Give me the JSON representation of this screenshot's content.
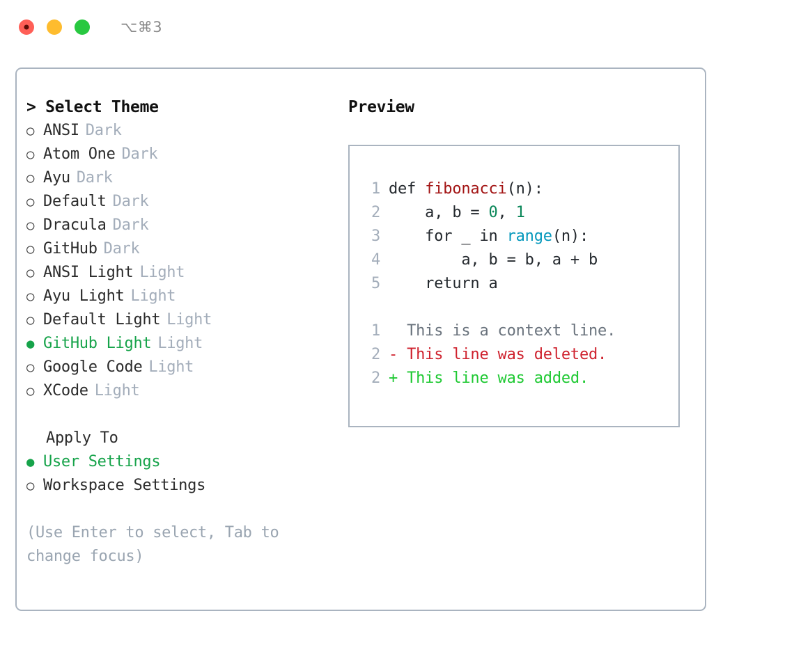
{
  "titlebar": {
    "shortcut": "⌥⌘3",
    "buttons": {
      "close": "close-button",
      "minimize": "minimize-button",
      "maximize": "maximize-button"
    }
  },
  "colors": {
    "accent_green": "#16a34a",
    "muted": "#a3adba",
    "hint": "#9aa5b1",
    "border": "#aab4c0",
    "code_func": "#a31515",
    "code_num": "#098658",
    "code_call": "#0598bc",
    "diff_add": "#1fc933",
    "diff_del": "#cf222e",
    "traffic_close": "#ff5f57",
    "traffic_min": "#febc2e",
    "traffic_max": "#28c840"
  },
  "theme_list": {
    "header": "> Select Theme",
    "items": [
      {
        "bullet": "○",
        "name": "ANSI",
        "mode": "Dark",
        "selected": false
      },
      {
        "bullet": "○",
        "name": "Atom One",
        "mode": "Dark",
        "selected": false
      },
      {
        "bullet": "○",
        "name": "Ayu",
        "mode": "Dark",
        "selected": false
      },
      {
        "bullet": "○",
        "name": "Default",
        "mode": "Dark",
        "selected": false
      },
      {
        "bullet": "○",
        "name": "Dracula",
        "mode": "Dark",
        "selected": false
      },
      {
        "bullet": "○",
        "name": "GitHub",
        "mode": "Dark",
        "selected": false
      },
      {
        "bullet": "○",
        "name": "ANSI Light",
        "mode": "Light",
        "selected": false
      },
      {
        "bullet": "○",
        "name": "Ayu Light",
        "mode": "Light",
        "selected": false
      },
      {
        "bullet": "○",
        "name": "Default Light",
        "mode": "Light",
        "selected": false
      },
      {
        "bullet": "●",
        "name": "GitHub Light",
        "mode": "Light",
        "selected": true
      },
      {
        "bullet": "○",
        "name": "Google Code",
        "mode": "Light",
        "selected": false
      },
      {
        "bullet": "○",
        "name": "XCode",
        "mode": "Light",
        "selected": false
      }
    ]
  },
  "apply_to": {
    "header": "Apply To",
    "items": [
      {
        "bullet": "●",
        "name": "User Settings",
        "selected": true
      },
      {
        "bullet": "○",
        "name": "Workspace Settings",
        "selected": false
      }
    ]
  },
  "hint": "(Use Enter to select, Tab to change focus)",
  "preview": {
    "title": "Preview",
    "code": [
      {
        "no": "1",
        "parts": [
          {
            "t": "def ",
            "c": "plain"
          },
          {
            "t": "fibonacci",
            "c": "func"
          },
          {
            "t": "(n):",
            "c": "plain"
          }
        ]
      },
      {
        "no": "2",
        "parts": [
          {
            "t": "    a, b = ",
            "c": "plain"
          },
          {
            "t": "0",
            "c": "num"
          },
          {
            "t": ", ",
            "c": "plain"
          },
          {
            "t": "1",
            "c": "num"
          }
        ]
      },
      {
        "no": "3",
        "parts": [
          {
            "t": "    for _ in ",
            "c": "plain"
          },
          {
            "t": "range",
            "c": "call"
          },
          {
            "t": "(n):",
            "c": "plain"
          }
        ]
      },
      {
        "no": "4",
        "parts": [
          {
            "t": "        a, b = b, a + b",
            "c": "plain"
          }
        ]
      },
      {
        "no": "5",
        "parts": [
          {
            "t": "    return a",
            "c": "plain"
          }
        ]
      }
    ],
    "diff": [
      {
        "no": "1",
        "sign": "  ",
        "text": "This is a context line.",
        "kind": "ctx"
      },
      {
        "no": "2",
        "sign": "- ",
        "text": "This line was deleted.",
        "kind": "del"
      },
      {
        "no": "2",
        "sign": "+ ",
        "text": "This line was added.",
        "kind": "add"
      }
    ]
  }
}
